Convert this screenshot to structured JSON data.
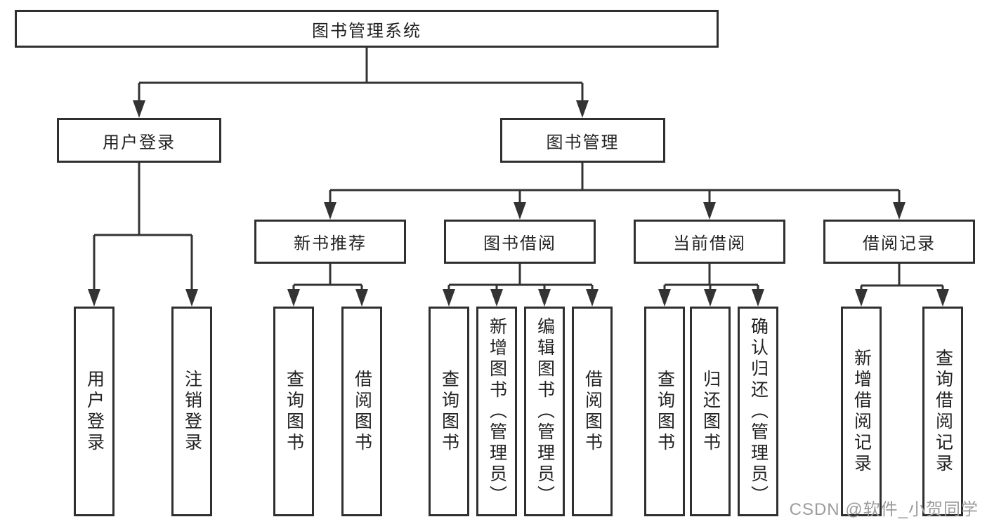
{
  "diagram": {
    "root": {
      "label": "图书管理系统"
    },
    "branches": [
      {
        "label": "用户登录",
        "children": [
          {
            "label": "用户登录"
          },
          {
            "label": "注销登录"
          }
        ]
      },
      {
        "label": "图书管理",
        "children": [
          {
            "label": "新书推荐",
            "children": [
              {
                "label": "查询图书"
              },
              {
                "label": "借阅图书"
              }
            ]
          },
          {
            "label": "图书借阅",
            "children": [
              {
                "label": "查询图书"
              },
              {
                "label": "新增图书（管理员）"
              },
              {
                "label": "编辑图书（管理员）"
              },
              {
                "label": "借阅图书"
              }
            ]
          },
          {
            "label": "当前借阅",
            "children": [
              {
                "label": "查询图书"
              },
              {
                "label": "归还图书"
              },
              {
                "label": "确认归还（管理员）"
              }
            ]
          },
          {
            "label": "借阅记录",
            "children": [
              {
                "label": "新增借阅记录"
              },
              {
                "label": "查询借阅记录"
              }
            ]
          }
        ]
      }
    ]
  },
  "watermark": {
    "text": "CSDN @软件_小贺同学"
  },
  "colors": {
    "line": "#333333",
    "box_border": "#2f2f2f",
    "text": "#222222",
    "watermark": "#9c9c9c",
    "background": "#ffffff"
  }
}
